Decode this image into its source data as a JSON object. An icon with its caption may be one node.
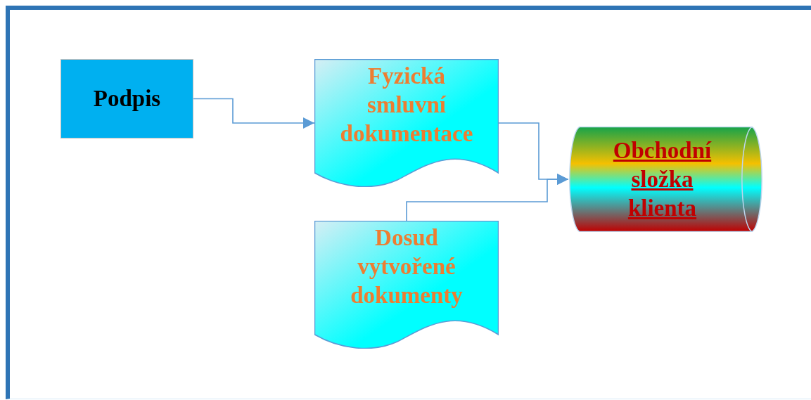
{
  "diagram": {
    "nodes": [
      {
        "text": [
          "Podpis"
        ]
      },
      {
        "text": [
          "Fyzická smluvní dokumentace"
        ]
      },
      {
        "text": [
          "Dosud vytvořené dokumenty"
        ]
      },
      {
        "text": [
          "Obchodní složka klienta"
        ]
      }
    ],
    "edges": [
      {
        "from": 0,
        "to": 1,
        "arrow": "to"
      },
      {
        "from": 1,
        "to": 3,
        "arrow": "to"
      },
      {
        "from": 2,
        "to": 3,
        "arrow": "to"
      }
    ]
  }
}
